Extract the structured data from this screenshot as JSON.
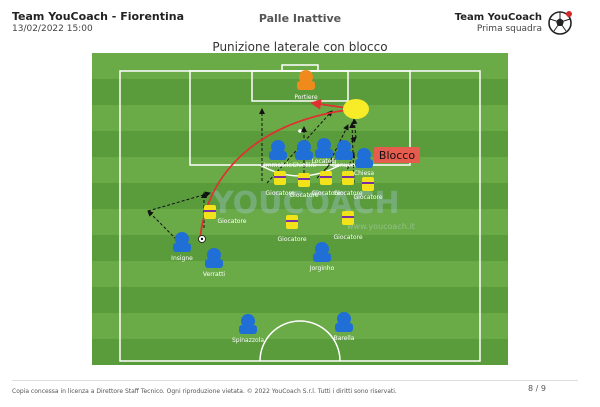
{
  "header": {
    "title": "Team YouCoach - Fiorentina",
    "date": "13/02/2022 15:00",
    "section": "Palle Inattive",
    "team": "Team YouCoach",
    "subtitle": "Prima squadra"
  },
  "diagram": {
    "title": "Punizione laterale con blocco",
    "callout": "Blocco",
    "watermark": "YOUCOACH",
    "watermark_url": "www.youcoach.it"
  },
  "players": {
    "portiere": "Portiere",
    "immobile": "Immobile",
    "chiellini": "Chiellini",
    "locatelli": "Locatelli",
    "bonucci": "Bonucci",
    "chiesa": "Chiesa",
    "insigne": "Insigne",
    "verratti": "Verratti",
    "jorginho": "Jorginho",
    "spinazzola": "Spinazzola",
    "barella": "Barella"
  },
  "opponent_label": "Giocatore",
  "footer": {
    "copyright": "Copia concessa in licenza a Direttore Staff Tecnico. Ogni riproduzione vietata. © 2022  YouCoach S.r.l. Tutti i diritti sono riservati.",
    "page": "8 / 9"
  },
  "colors": {
    "pitch_dark": "#5a9b3c",
    "pitch_light": "#6aab48",
    "home": "#1f6fd6",
    "opponent": "#f2e21a",
    "goalkeeper": "#f08a1c",
    "ball_path": "#e03030",
    "callout_bg": "#e65c4f"
  }
}
